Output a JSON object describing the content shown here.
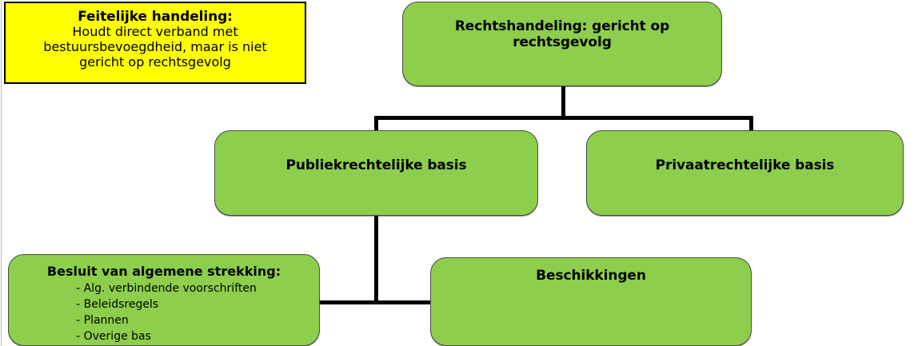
{
  "diagram": {
    "title": "Rechtshandeling / Feitelijke handeling schema",
    "colors": {
      "green_fill": "#8DCE4C",
      "yellow_fill": "#FFFF00",
      "border": "#4a4a4a",
      "connector": "#000000",
      "text": "#000000",
      "background": "#ffffff"
    }
  },
  "nodes": {
    "feitelijke_handeling": {
      "heading": "Feitelijke handeling:",
      "line1": "Houdt direct verband met",
      "line2": "bestuursbevoegdheid, maar is niet",
      "line3": "gericht op rechtsgevolg"
    },
    "rechtshandeling": {
      "line1": "Rechtshandeling: gericht op",
      "line2": "rechtsgevolg"
    },
    "publiekrechtelijke_basis": {
      "label": "Publiekrechtelijke basis"
    },
    "privaatrechtelijke_basis": {
      "label": "Privaatrechtelijke basis"
    },
    "besluit_van_algemene_strekking": {
      "heading": "Besluit van algemene strekking:",
      "items": [
        "- Alg. verbindende voorschriften",
        "- Beleidsregels",
        "- Plannen",
        "- Overige bas"
      ]
    },
    "beschikkingen": {
      "label": "Beschikkingen"
    }
  }
}
